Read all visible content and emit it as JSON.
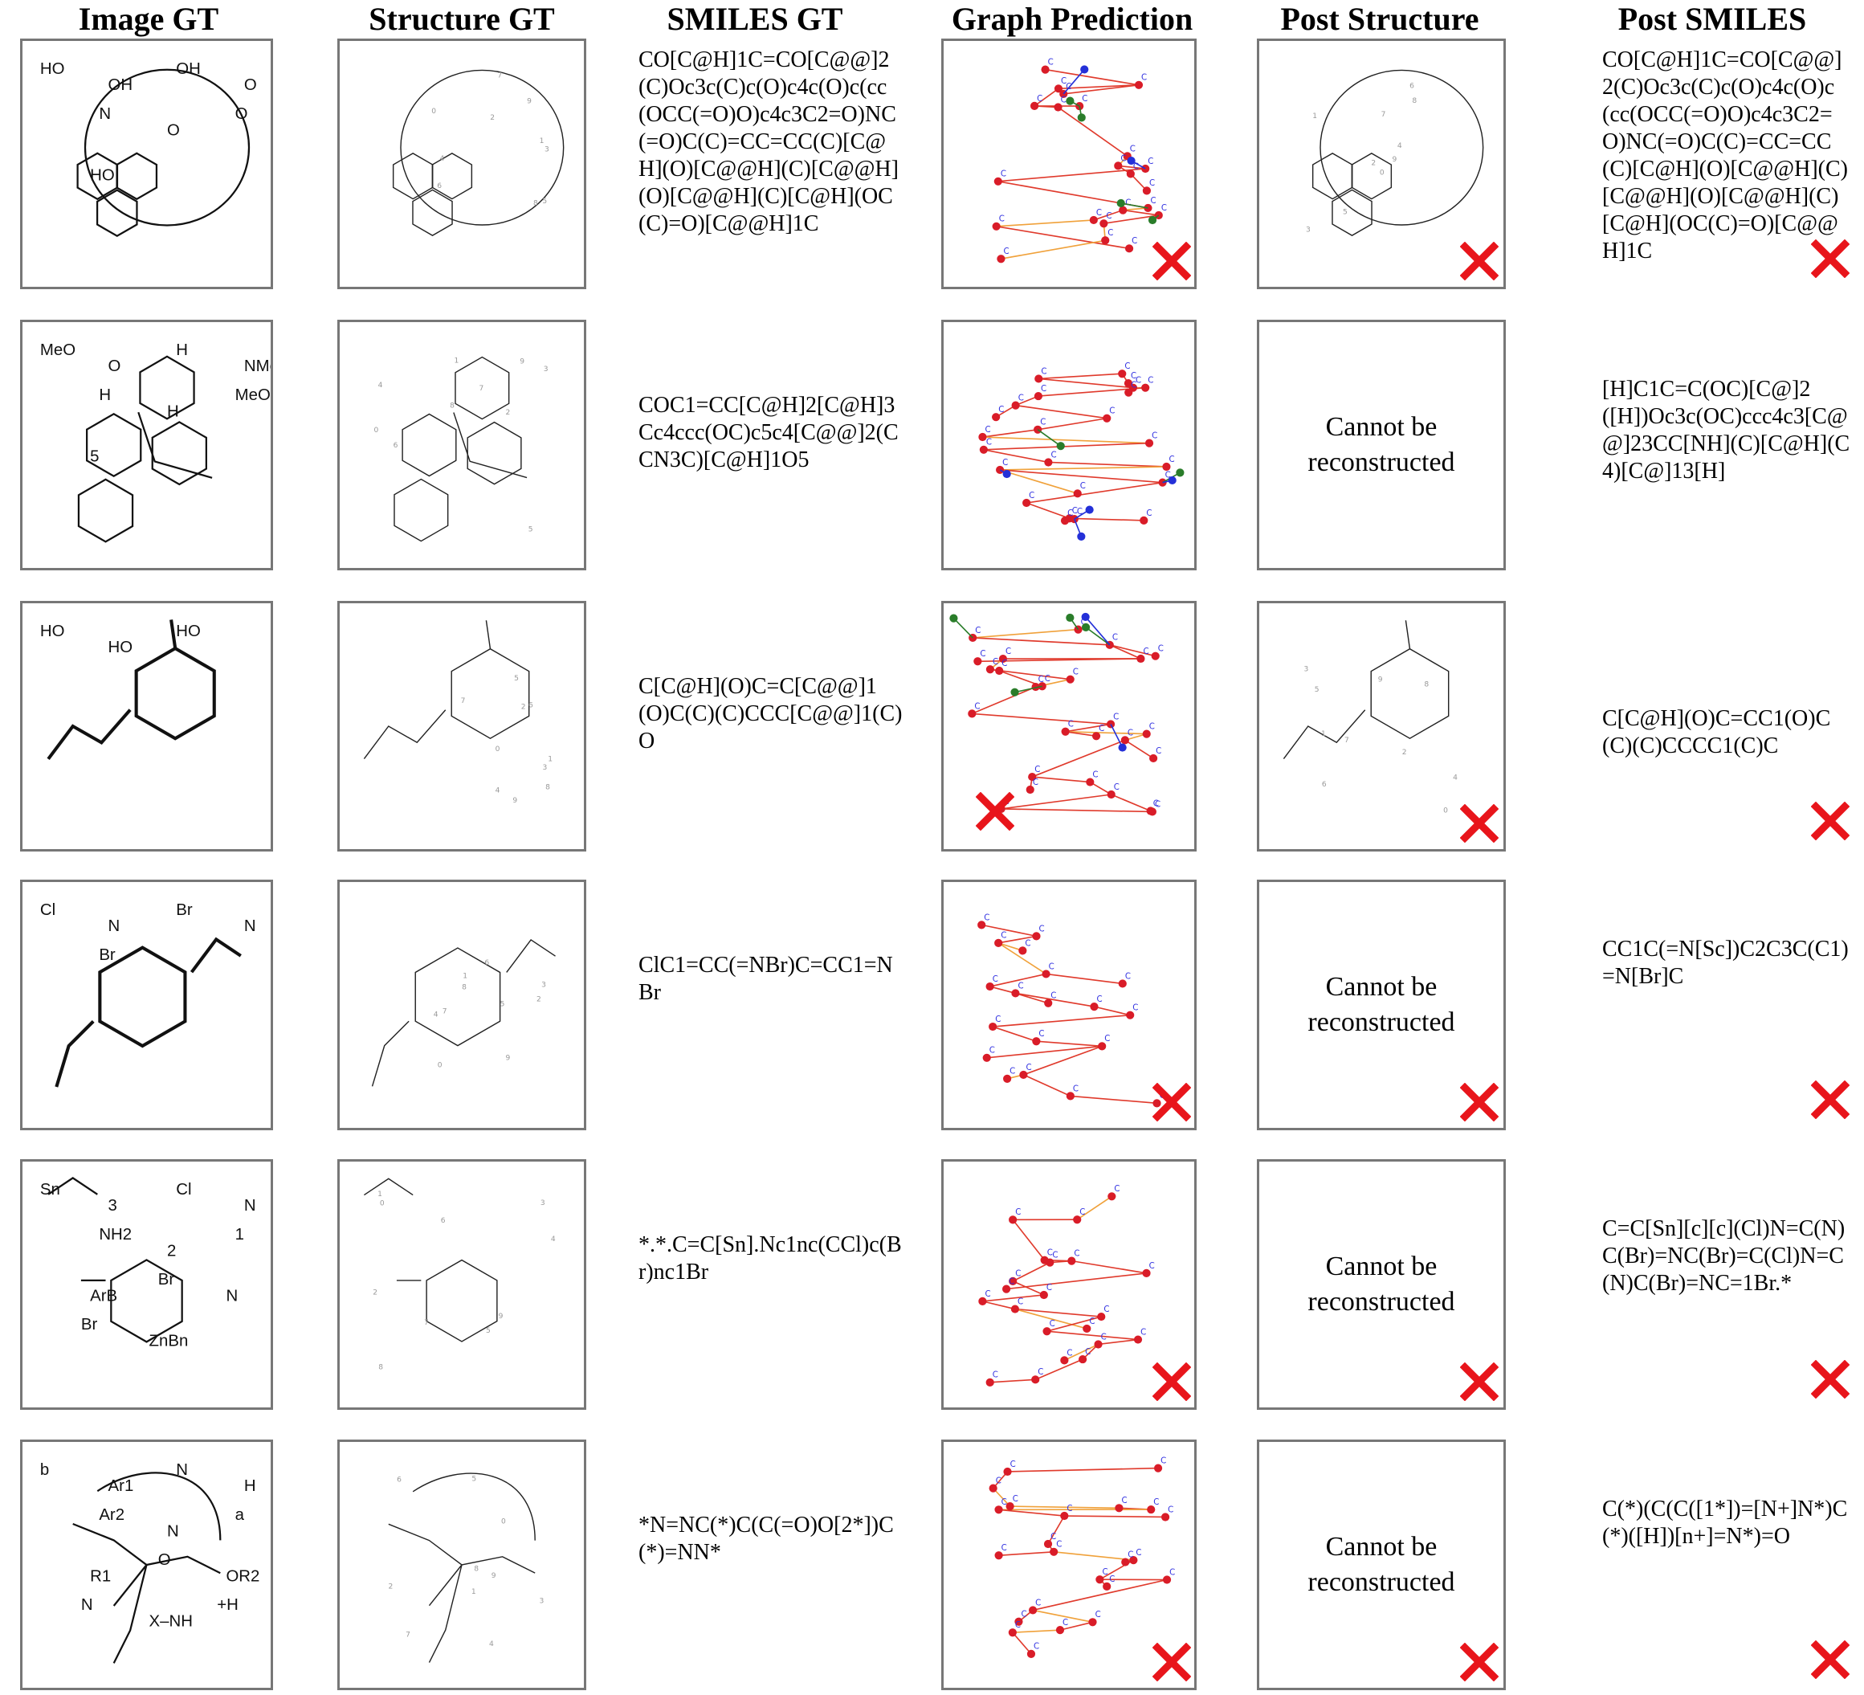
{
  "headers": [
    "Image GT",
    "Structure GT",
    "SMILES GT",
    "Graph Prediction",
    "Post Structure",
    "Post SMILES"
  ],
  "colors": {
    "cross": "#e8151b",
    "graph_bond": "#e03a2c",
    "graph_bond_alt": "#f0a13a",
    "graph_node": "#d91c28",
    "graph_label": "#3030e0",
    "arrow_green": "#2a7d2a",
    "arrow_blue": "#2430d8"
  },
  "rows": [
    {
      "image_text": [
        "HO",
        "OH",
        "OH",
        "O",
        "N",
        "O",
        "O",
        "HO"
      ],
      "smiles_gt": "CO[C@H]1C=CO[C@@]2(C)Oc3c(C)c(O)c4c(O)c(cc(OCC(=O)O)c4c3C2=O)NC(=O)C(C)=CC=CC(C)[C@H](O)[C@@H](C)[C@@H](O)[C@@H](C)[C@H](OC(C)=O)[C@@H]1C",
      "post_structure": "image",
      "post_smiles": "CO[C@H]1C=CO[C@@]2(C)Oc3c(C)c(O)c4c(O)c(cc(OCC(=O)O)c4c3C2=O)NC(=O)C(C)=CC=CC(C)[C@H](O)[C@@H](C)[C@@H](O)[C@@H](C)[C@H](OC(C)=O)[C@@H]1C",
      "crosses": {
        "graph": true,
        "post_structure": true,
        "post_smiles": true
      }
    },
    {
      "image_text": [
        "MeO",
        "O",
        "H",
        "NMe",
        "H",
        "H",
        "MeO",
        "5"
      ],
      "smiles_gt": "COC1=CC[C@H]2[C@H]3Cc4ccc(OC)c5c4[C@@]2(CCN3C)[C@H]1O5",
      "post_structure": "Cannot be reconstructed",
      "post_smiles": "[H]C1C=C(OC)[C@]2([H])Oc3c(OC)ccc4c3[C@@]23CC[NH](C)[C@H](C4)[C@]13[H]",
      "crosses": {
        "graph": false,
        "post_structure": false,
        "post_smiles": false
      }
    },
    {
      "image_text": [
        "HO",
        "HO",
        "HO"
      ],
      "smiles_gt": "C[C@H](O)C=C[C@@]1(O)C(C)(C)CCC[C@@]1(C)O",
      "post_structure": "image",
      "post_smiles": "C[C@H](O)C=CC1(O)C(C)(C)CCCC1(C)C",
      "crosses": {
        "graph": true,
        "post_structure": true,
        "post_smiles": true
      }
    },
    {
      "image_text": [
        "Cl",
        "N",
        "Br",
        "N",
        "Br"
      ],
      "smiles_gt": "ClC1=CC(=NBr)C=CC1=NBr",
      "post_structure": "Cannot be reconstructed",
      "post_smiles": "CC1C(=N[Sc])C2C3C(C1)=N[Br]C",
      "crosses": {
        "graph": true,
        "post_structure": true,
        "post_smiles": true
      }
    },
    {
      "image_text": [
        "Sn",
        "3",
        "Cl",
        "N",
        "NH2",
        "2",
        "1",
        "ArB",
        "Br",
        "N",
        "Br",
        "ZnBn"
      ],
      "smiles_gt": "*.*.C=C[Sn].Nc1nc(CCl)c(Br)nc1Br",
      "post_structure": "Cannot be reconstructed",
      "post_smiles": "C=C[Sn][c][c](Cl)N=C(N)C(Br)=NC(Br)=C(Cl)N=C(N)C(Br)=NC=1Br.*",
      "crosses": {
        "graph": true,
        "post_structure": true,
        "post_smiles": true
      }
    },
    {
      "image_text": [
        "b",
        "Ar1",
        "N",
        "H",
        "Ar2",
        "N",
        "a",
        "R1",
        "O",
        "OR2",
        "N",
        "X–NH",
        "+H"
      ],
      "smiles_gt": "*N=NC(*)C(C(=O)O[2*])C(*)=NN*",
      "post_structure": "Cannot be reconstructed",
      "post_smiles": "C(*)(C(C([1*])=[N+]N*)C(*)([H])[n+]=N*)=O",
      "crosses": {
        "graph": true,
        "post_structure": true,
        "post_smiles": true
      }
    }
  ]
}
